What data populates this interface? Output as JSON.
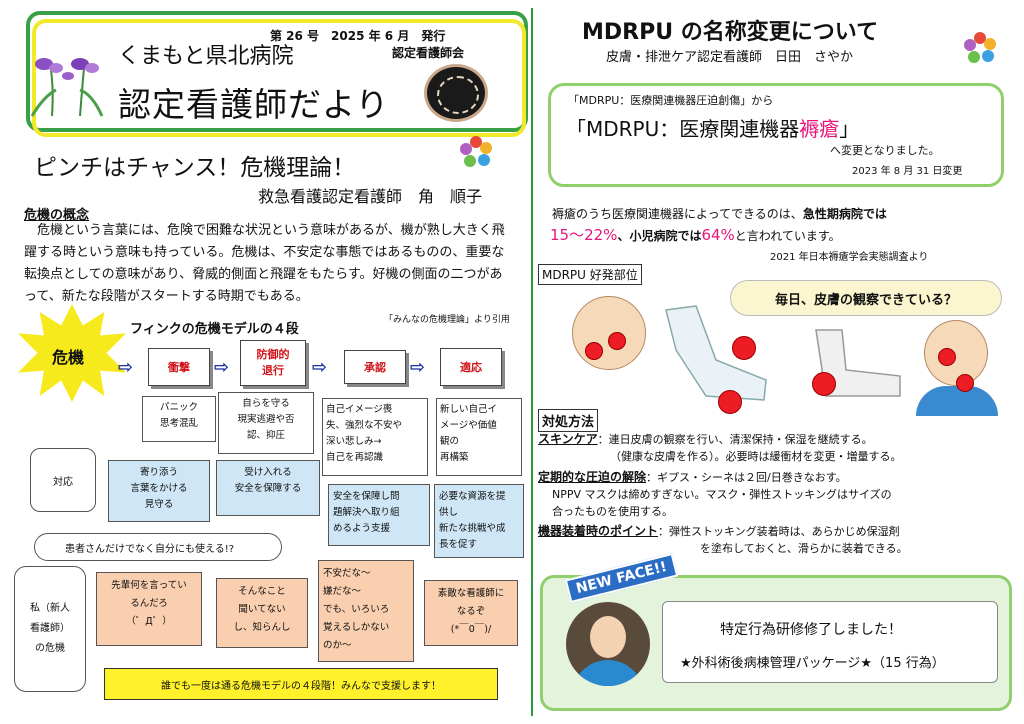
{
  "header": {
    "hospital": "くまもと県北病院",
    "issue": "第 26 号　2025 年 6 月　発行",
    "publisher": "認定看護師会",
    "title": "認定看護師だより"
  },
  "left_article": {
    "title": "ピンチはチャンス！危機理論！",
    "author": "救急看護認定看護師　角　順子",
    "section_heading": "危機の概念",
    "paragraph": "危機という言葉には、危険で困難な状況という意味があるが、機が熟し大きく飛躍する時という意味も持っている。危機は、不安定な事態ではあるものの、重要な転換点としての意味があり、脅威的側面と飛躍をもたらす。好機の側面の二つがあって、新たな段階がスタートする時期でもある。",
    "citation": "「みんなの危機理論」より引用",
    "model_title": "フィンクの危機モデルの４段",
    "crisis_label": "危機",
    "stages": [
      "衝撃",
      "防御的\n退行",
      "承認",
      "適応"
    ],
    "arrow": "⇨",
    "reactions": [
      "パニック\n思考混乱",
      "自らを守る\n現実逃避や否\n認、抑圧",
      "自己イメージ喪\n失、強烈な不安や\n深い悲しみ→\n自己を再認識",
      "新しい自己イ\nメージや価値\n観の\n再構築"
    ],
    "response_label": "対応",
    "responses": [
      "寄り添う\n言葉をかける\n見守る",
      "受け入れる\n安全を保障する",
      "安全を保障し問\n題解決へ取り組\nめるよう支援",
      "必要な資源を提\n供し\n新たな挑戦や成\n長を促す"
    ],
    "pill_text": "患者さんだけでなく自分にも使える!?",
    "self_label": "私（新人\n看護師）\nの危機",
    "self_thoughts": [
      "先輩何を言ってい\nるんだろ\n（゜Д゜）",
      "そんなこと\n聞いてない\nし、知らんし",
      "不安だな～\n嫌だな～\nでも、いろいろ\n覚えるしかない\nのか～",
      "素敵な看護師に\nなるぞ\n(*￣0￣)/"
    ],
    "bottom_banner": "誰でも一度は通る危機モデルの４段階！みんなで支援します！"
  },
  "right_article": {
    "title": "MDRPU の名称変更について",
    "author": "皮膚・排泄ケア認定看護師　日田　さやか",
    "rename_from": "「MDRPU：医療関連機器圧迫創傷」から",
    "rename_to_prefix": "「MDRPU：医療関連機器",
    "rename_to_highlight": "褥瘡",
    "rename_to_suffix": "」",
    "rename_note": "へ変更となりました。",
    "rename_date": "2023 年 8 月 31 日変更",
    "stat_line1_a": "褥瘡のうち医療関連機器によってできるのは、",
    "stat_line1_b": "急性期病院では",
    "stat_acute": "15～22%",
    "stat_mid": "、小児病院では",
    "stat_child": "64%",
    "stat_end": "と言われています。",
    "stat_source": "2021 年日本褥瘡学会実態調査より",
    "sites_label": "MDRPU 好発部位",
    "callout": "毎日、皮膚の観察できている？",
    "care_label": "対処方法",
    "care": [
      {
        "head": "スキンケア",
        "text": "：連日皮膚の観察を行い、清潔保持・保湿を継続する。"
      },
      {
        "head": "",
        "text": "（健康な皮膚を作る）。必要時は緩衝材を変更・増量する。"
      },
      {
        "head": "定期的な圧迫の解除",
        "text": "：ギプス・シーネは２回/日巻きなおす。"
      },
      {
        "head": "",
        "text": "NPPV マスクは締めすぎない。マスク・弾性ストッキングはサイズの"
      },
      {
        "head": "",
        "text": "合ったものを使用する。"
      },
      {
        "head": "機器装着時のポイント",
        "text": "：弾性ストッキング装着時は、あらかじめ保湿剤"
      },
      {
        "head": "",
        "text": "を塗布しておくと、滑らかに装着できる。"
      }
    ],
    "newface_banner": "NEW FACE!!",
    "newface_line1": "特定行為研修修了しました！",
    "newface_line2": "★外科術後病棟管理パッケージ★（15 行為）"
  },
  "colors": {
    "green": "#3aa045",
    "yellow": "#f2e92a",
    "pink": "#e8157a",
    "red": "#d0141a",
    "blue_bubble": "#cfe6f6",
    "peach": "#f9cfb0"
  }
}
